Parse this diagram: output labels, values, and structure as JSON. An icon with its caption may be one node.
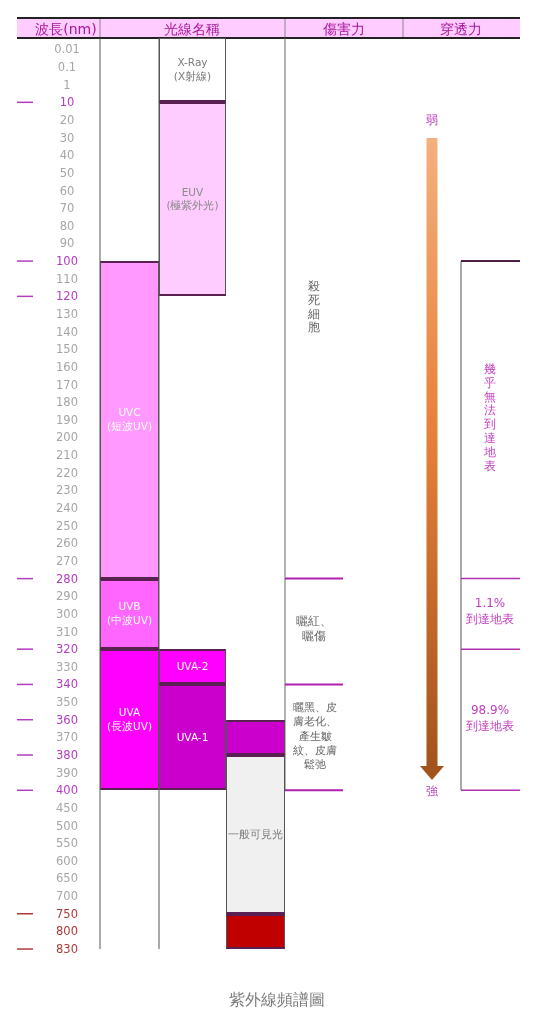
{
  "diagram": {
    "caption": "紫外線頻譜圖",
    "nodes": [
      {
        "text": [
          "X-Ray (X射線)"
        ]
      },
      {
        "text": [
          "EUV (極紫外光)"
        ]
      },
      {
        "text": [
          "UVC (短波UV)"
        ]
      },
      {
        "text": [
          "UVB (中波UV)"
        ]
      },
      {
        "text": [
          "UVA (長波UV)"
        ]
      },
      {
        "text": [
          "UVA-2"
        ]
      },
      {
        "text": [
          "UVA-1"
        ]
      },
      {
        "text": [],
        "shape": "box"
      },
      {
        "text": [
          "一般可見光"
        ]
      },
      {
        "text": [],
        "shape": "box"
      }
    ],
    "labels": [
      "波長(nm)",
      "光線名稱",
      "傷害力",
      "穿透力",
      "0.01",
      "0.1",
      "1",
      "10",
      "20",
      "30",
      "40",
      "50",
      "60",
      "70",
      "80",
      "90",
      "100",
      "110",
      "120",
      "130",
      "140",
      "150",
      "160",
      "170",
      "180",
      "190",
      "200",
      "210",
      "220",
      "230",
      "240",
      "250",
      "260",
      "270",
      "280",
      "290",
      "300",
      "310",
      "320",
      "330",
      "340",
      "350",
      "360",
      "370",
      "380",
      "390",
      "400",
      "450",
      "500",
      "550",
      "600",
      "650",
      "700",
      "750",
      "800",
      "830",
      "殺死細胞",
      "曬紅、曬傷",
      "曬黑、皮膚老化、產生皺紋、皮膚鬆弛",
      "弱",
      "強",
      "幾乎無法到達地表",
      "1.1% 到達地表",
      "98.9% 到達地表"
    ]
  }
}
